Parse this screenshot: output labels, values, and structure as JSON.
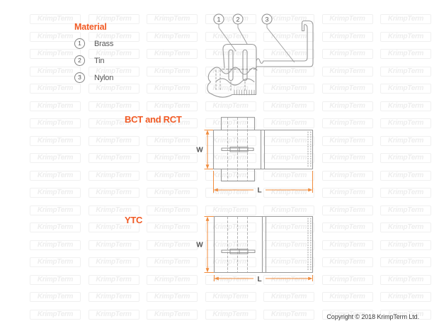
{
  "page": {
    "watermark_text": "KrimpTerm",
    "copyright": "Copyright © 2018 KrimpTerm Ltd."
  },
  "material_legend": {
    "title": "Material",
    "items": [
      {
        "num": "1",
        "label": "Brass"
      },
      {
        "num": "2",
        "label": "Tin"
      },
      {
        "num": "3",
        "label": "Nylon"
      }
    ]
  },
  "terminal_drawing": {
    "callouts": [
      {
        "num": "1"
      },
      {
        "num": "2"
      },
      {
        "num": "3"
      }
    ]
  },
  "diagrams": {
    "bct": {
      "title": "BCT and RCT",
      "width_label": "W",
      "length_label": "L"
    },
    "ytc": {
      "title": "YTC",
      "width_label": "W",
      "length_label": "L"
    }
  },
  "colors": {
    "accent_orange": "#f15a24",
    "dimension_orange": "#f08c3e",
    "drawing_line_gray": "#999999",
    "label_text_gray": "#555555",
    "watermark_gray": "#ededed"
  }
}
